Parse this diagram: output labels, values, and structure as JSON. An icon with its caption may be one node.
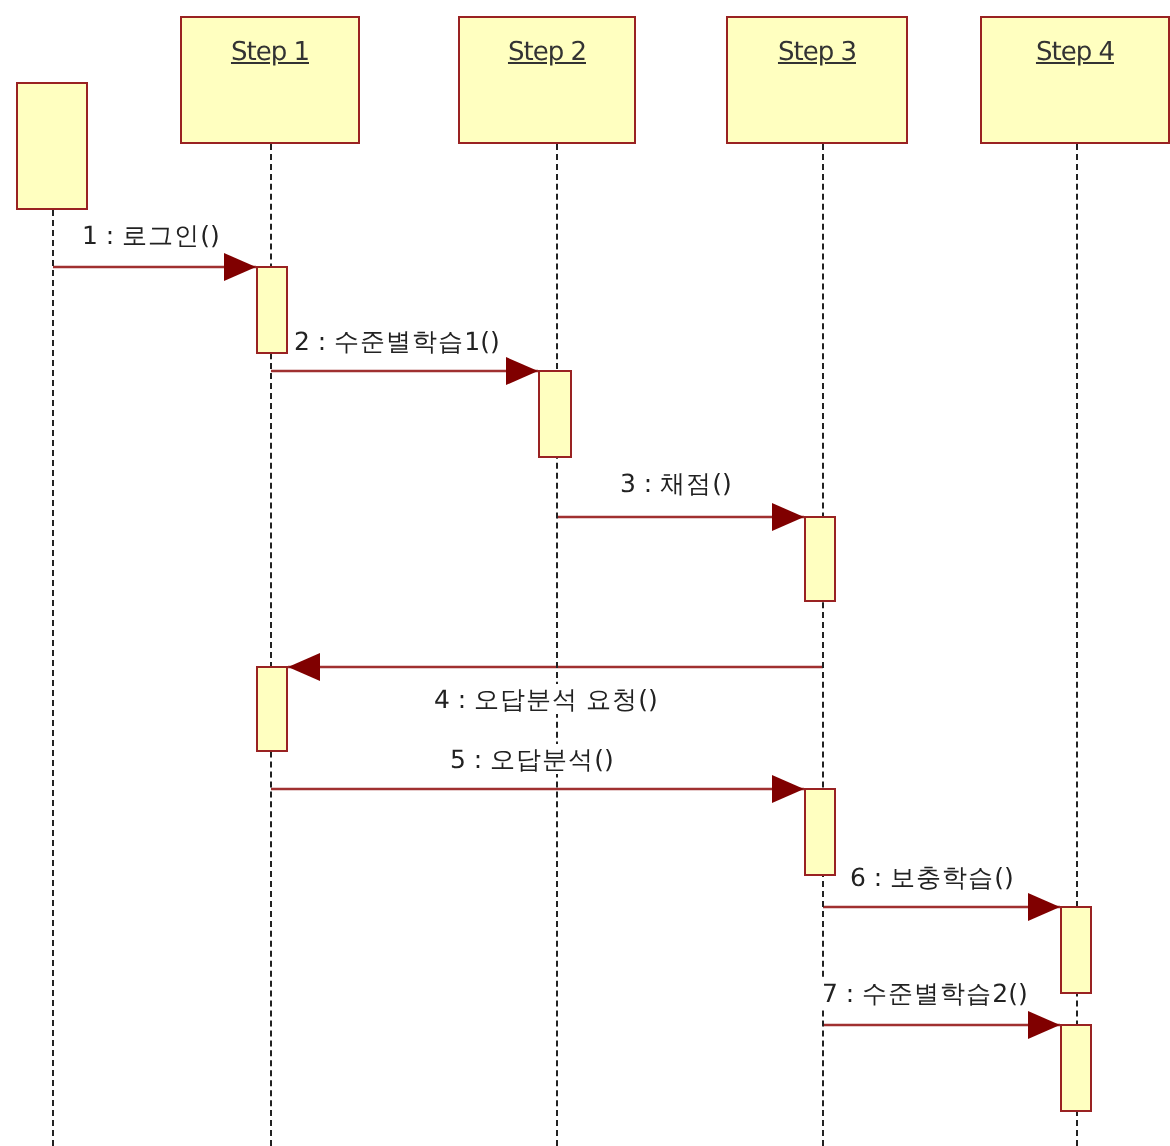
{
  "diagram": {
    "nodes": [
      {
        "text": [],
        "shape": "box"
      },
      {
        "text": [
          "Step 1"
        ]
      },
      {
        "text": [
          "Step 2"
        ]
      },
      {
        "text": [
          "Step 3"
        ]
      },
      {
        "text": [
          "Step 4"
        ]
      },
      {
        "text": [],
        "shape": "bar"
      },
      {
        "text": [],
        "shape": "bar"
      },
      {
        "text": [],
        "shape": "bar"
      },
      {
        "text": [],
        "shape": "bar"
      },
      {
        "text": [],
        "shape": "bar"
      },
      {
        "text": [],
        "shape": "bar"
      },
      {
        "text": [],
        "shape": "bar"
      },
      {
        "text": [],
        "shape": "line"
      },
      {
        "text": [],
        "shape": "line"
      },
      {
        "text": [],
        "shape": "line"
      },
      {
        "text": [],
        "shape": "line"
      },
      {
        "text": [],
        "shape": "line"
      }
    ],
    "edges": [
      {
        "from": 12,
        "to": 5,
        "arrow": "to",
        "label": "1 : 로그인()"
      },
      {
        "from": 13,
        "to": 6,
        "arrow": "to",
        "label": "2 : 수준별학습1()"
      },
      {
        "from": 14,
        "to": 7,
        "arrow": "to",
        "label": "3 : 채점()"
      },
      {
        "from": 15,
        "to": 8,
        "arrow": "to",
        "label": "4 : 오답분석 요청()"
      },
      {
        "from": 13,
        "to": 9,
        "arrow": "to",
        "label": "5 : 오답분석()"
      },
      {
        "from": 15,
        "to": 10,
        "arrow": "to",
        "label": "6 : 보충학습()"
      },
      {
        "from": 15,
        "to": 11,
        "arrow": "to",
        "label": "7 : 수준별학습2()"
      }
    ]
  }
}
